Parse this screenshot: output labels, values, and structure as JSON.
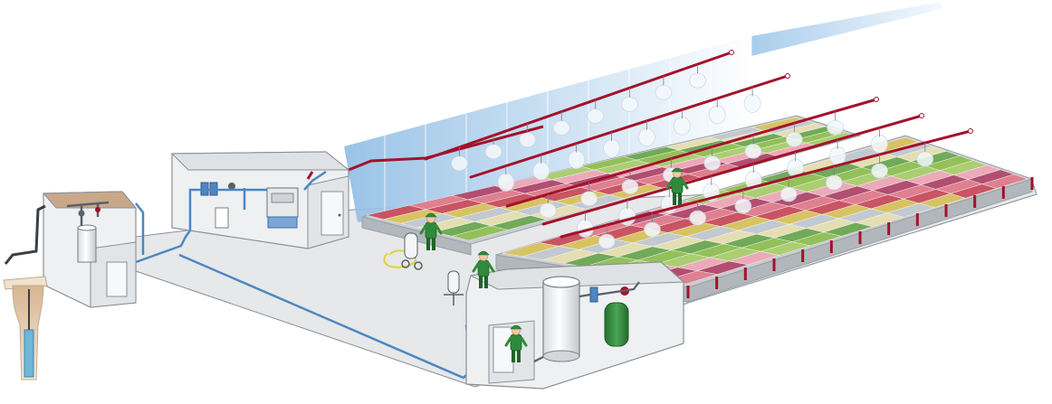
{
  "diagram": {
    "subject": "greenhouse-irrigation-and-misting-system",
    "colors": {
      "background": "#ffffff",
      "floor": "#e6e8ea",
      "room_wall": "#eef0f2",
      "room_outline": "#8a9096",
      "glass_wall": "#b9d6ee",
      "glass_light": "#eaf4fc",
      "main_pipe": "#a3122a",
      "water_pipe": "#4e86c2",
      "dark_pipe": "#5a6068",
      "bench": "#c9ccd0",
      "bench_edge": "#9aa0a6",
      "worker": "#2f8a3c",
      "worker_dark": "#1e6428",
      "skin": "#f1c9a0",
      "tank_white": "#f4f5f6",
      "tank_green": "#3a8f44",
      "well_pipe": "#e3c8a8",
      "mist": "#f5f9fc",
      "hose_yellow": "#e2d23a"
    },
    "crop_palette": [
      "#e8e0b0",
      "#c94a5a",
      "#f0a8b8",
      "#6aa84f",
      "#d9c35a",
      "#b0446a",
      "#8fbf4f",
      "#c2c9d0",
      "#e07a8a",
      "#a8cf6a"
    ],
    "elements": {
      "well_room": "icon",
      "borehole": "icon",
      "pump_room": "icon",
      "mixing_room": "icon",
      "greenhouse_glass_wall": "icon",
      "misting_lines": "icon",
      "bench_left": "icon",
      "bench_right": "icon",
      "workers": "icon"
    },
    "counts": {
      "misting_lines": 5,
      "workers": 4
    }
  }
}
